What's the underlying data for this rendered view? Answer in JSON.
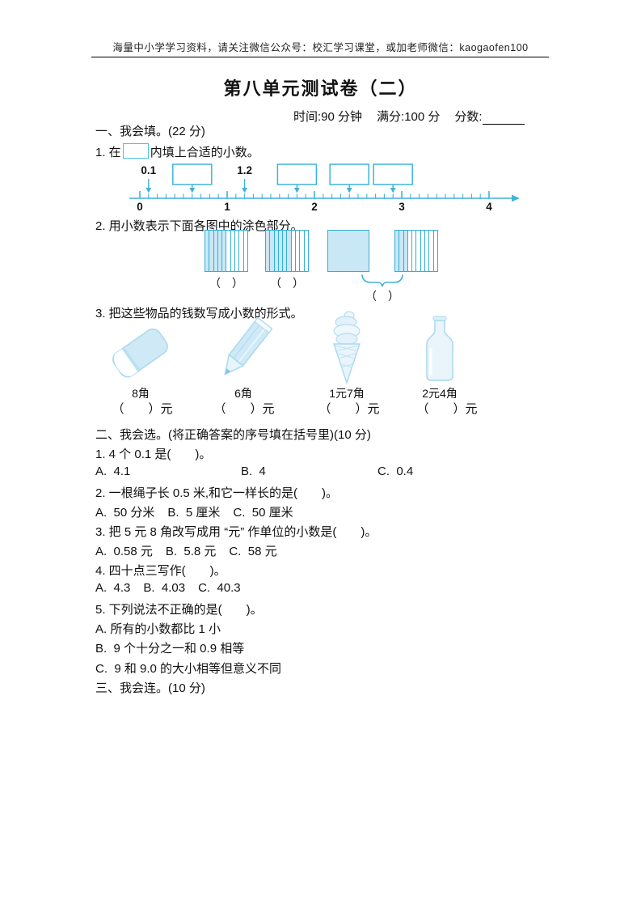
{
  "colors": {
    "accent": "#3eb3da",
    "shade_fill": "#c9e7f5"
  },
  "header": {
    "notice": "海量中小学学习资料，请关注微信公众号：校汇学习课堂，或加老师微信：kaogaofen100"
  },
  "title": "第八单元测试卷（二）",
  "info": {
    "time": "时间:90 分钟",
    "full_score": "满分:100 分",
    "score_label": "分数:"
  },
  "section1": {
    "heading": "一、我会填。(22 分)",
    "q1": {
      "prefix": "1. 在",
      "suffix": "内填上合适的小数。",
      "number_line": {
        "min": 0,
        "max": 4,
        "tick_step": 0.1,
        "axis_numbers": [
          "0",
          "1",
          "2",
          "3",
          "4"
        ],
        "given": [
          {
            "label": "0.1",
            "pos": 0.1
          },
          {
            "label": "1.2",
            "pos": 1.2
          }
        ],
        "boxes": [
          0.6,
          1.8,
          2.4,
          2.9
        ]
      }
    },
    "q2": {
      "text": "2. 用小数表示下面各图中的涂色部分。",
      "grids": [
        {
          "style": "striped",
          "columns": 10,
          "shaded": 5
        },
        {
          "style": "striped",
          "columns": 10,
          "shaded": 6
        },
        {
          "style": "solid",
          "columns": 1,
          "shaded": 1
        },
        {
          "style": "striped",
          "columns": 10,
          "shaded": 3
        }
      ],
      "answer_blank": "（　）",
      "combined_answer_blank": "（　）"
    },
    "q3": {
      "text": "3. 把这些物品的钱数写成小数的形式。",
      "items": [
        {
          "icon": "eraser-icon",
          "price": "8角"
        },
        {
          "icon": "pencil-icon",
          "price": "6角"
        },
        {
          "icon": "ice-cream-icon",
          "price": "1元7角"
        },
        {
          "icon": "bottle-icon",
          "price": "2元4角"
        }
      ],
      "answer_suffix": "（　　）元"
    }
  },
  "section2": {
    "heading": "二、我会选。(将正确答案的序号填在括号里)(10 分)",
    "questions": [
      {
        "text": "1. 4 个 0.1 是(　　)。",
        "options": [
          "A.  4.1",
          "B.  4",
          "C.  0.4"
        ]
      },
      {
        "text": "2. 一根绳子长 0.5 米,和它一样长的是(　　)。",
        "options": [
          "A.  50 分米",
          "B.  5 厘米",
          "C.  50 厘米"
        ]
      },
      {
        "text": "3. 把 5 元 8 角改写成用 “元” 作单位的小数是(　　)。",
        "options": [
          "A.  0.58 元",
          "B.  5.8 元",
          "C.  58 元"
        ]
      },
      {
        "text": "4. 四十点三写作(　　)。",
        "options": [
          "A.  4.3",
          "B.  4.03",
          "C.  40.3"
        ]
      },
      {
        "text": "5. 下列说法不正确的是(　　)。",
        "options": [
          "A. 所有的小数都比 1 小",
          "B.  9 个十分之一和 0.9 相等",
          "C.  9 和 9.0 的大小相等但意义不同"
        ]
      }
    ]
  },
  "section3": {
    "heading": "三、我会连。(10 分)"
  }
}
